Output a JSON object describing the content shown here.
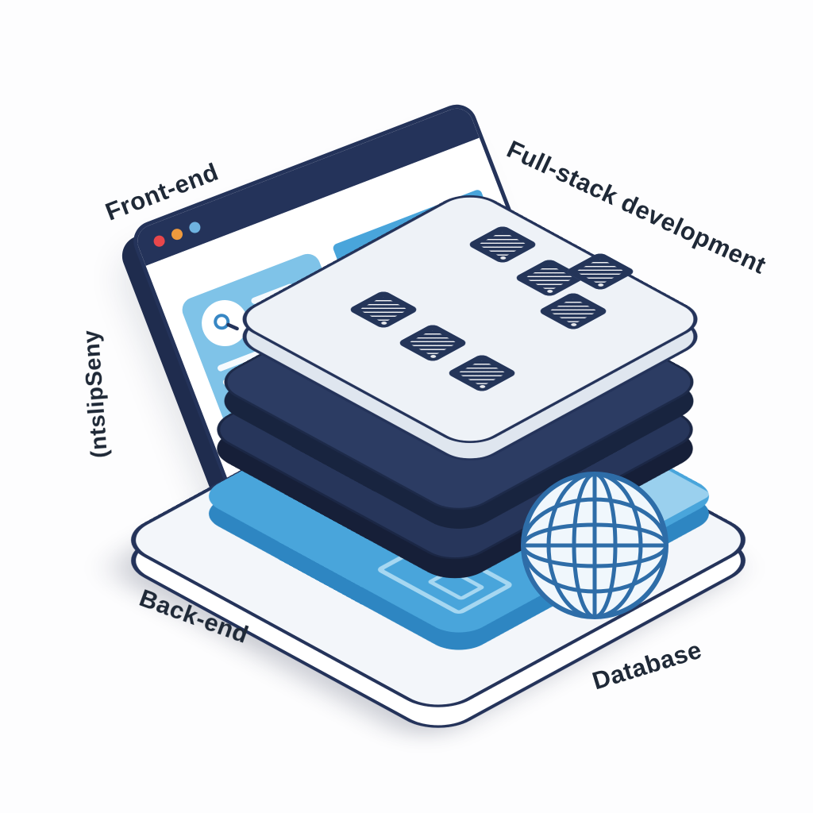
{
  "labels": {
    "front_end": "Front-end",
    "full_stack": "Full-stack development",
    "side_vertical": "(ntslipSeny",
    "back_end": "Back-end",
    "database": "Database"
  },
  "colors": {
    "navy": "#24335a",
    "navy_dark": "#18243f",
    "slab_navy": "#2c3c63",
    "blue": "#49a5db",
    "panel_blue": "#7fc3e8",
    "pale_slab": "#eef2f7",
    "base": "#f3f6fa",
    "globe_stroke": "#2e6da8",
    "dot_red": "#e8474b",
    "dot_orange": "#ef9a3d",
    "dot_blue": "#6fb3e0",
    "person_brown": "#a9653b"
  },
  "stack": {
    "server_count": 7
  },
  "icons": {
    "globe": "globe-icon",
    "search": "search-icon",
    "user": "user-icon",
    "server": "server-icon",
    "window_dots": "window-control-dot"
  }
}
